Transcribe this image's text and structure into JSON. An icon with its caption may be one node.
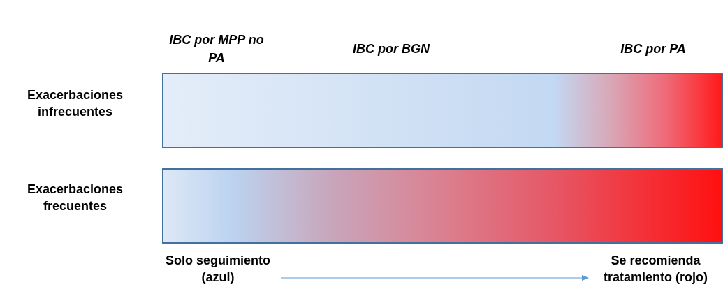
{
  "diagram": {
    "nodes": [
      {
        "text": [],
        "shape": "bar",
        "beside": [
          "Exacerbaciones infrecuentes"
        ]
      },
      {
        "text": [],
        "shape": "bar",
        "beside": [
          "Exacerbaciones frecuentes"
        ]
      },
      {
        "text": [
          "Solo seguimiento (azul)"
        ]
      },
      {
        "text": [
          "Se recomienda tratamiento (rojo)"
        ]
      }
    ],
    "edges": [
      {
        "from": 2,
        "to": 3,
        "arrow": "to"
      }
    ],
    "labels": [
      "IBC por MPP no PA",
      "IBC por BGN",
      "IBC por PA"
    ]
  }
}
